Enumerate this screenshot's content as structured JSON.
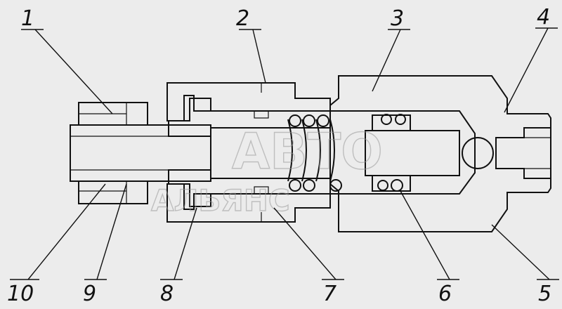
{
  "callouts": [
    {
      "id": "1",
      "label": "1"
    },
    {
      "id": "2",
      "label": "2"
    },
    {
      "id": "3",
      "label": "3"
    },
    {
      "id": "4",
      "label": "4"
    },
    {
      "id": "5",
      "label": "5"
    },
    {
      "id": "6",
      "label": "6"
    },
    {
      "id": "7",
      "label": "7"
    },
    {
      "id": "8",
      "label": "8"
    },
    {
      "id": "9",
      "label": "9"
    },
    {
      "id": "10",
      "label": "10"
    }
  ],
  "watermark": {
    "line1": "АВТО",
    "line2": "АЛЬЯНС"
  },
  "colors": {
    "background": "#ececec",
    "line": "#111111",
    "hatch": "#333333",
    "watermark": "#9a9a9a"
  }
}
